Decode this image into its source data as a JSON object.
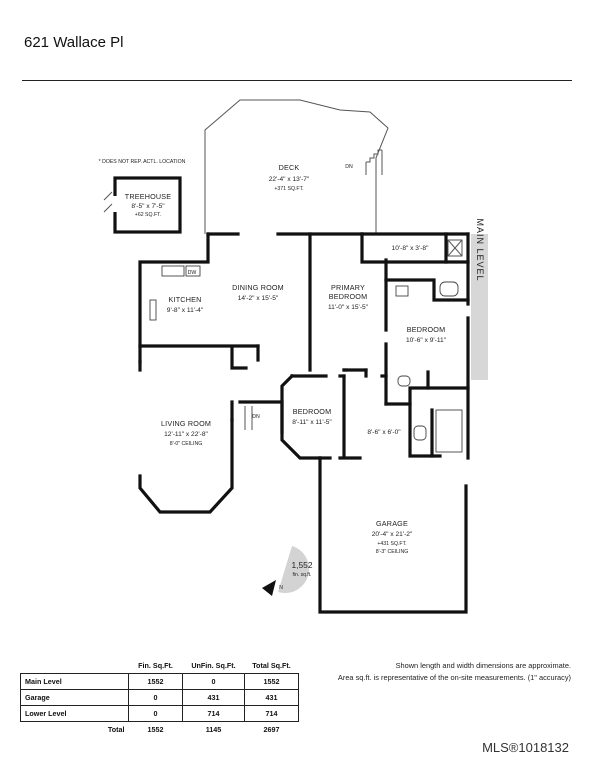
{
  "header": {
    "address": "621 Wallace Pl"
  },
  "plan": {
    "level_label": "MAIN LEVEL",
    "note": "* DOES NOT REP. ACTL. LOCATION",
    "rooms": {
      "deck": {
        "name": "DECK",
        "dims": "22'-4\" x 13'-7\"",
        "sub": "+371 SQ.FT."
      },
      "treehouse": {
        "name": "TREEHOUSE",
        "dims": "8'-5\" x 7'-5\"",
        "sub": "+62 SQ.FT."
      },
      "kitchen": {
        "name": "KITCHEN",
        "dims": "9'-8\" x 11'-4\""
      },
      "dining": {
        "name": "DINING ROOM",
        "dims": "14'-2\" x 15'-5\""
      },
      "primary": {
        "name": "PRIMARY",
        "name2": "BEDROOM",
        "dims": "11'-0\" x 15'-5\""
      },
      "walkin": {
        "dims": "10'-8\" x 3'-8\""
      },
      "bedroom1": {
        "name": "BEDROOM",
        "dims": "10'-6\" x 9'-11\""
      },
      "living": {
        "name": "LIVING ROOM",
        "dims": "12'-11\" x 22'-8\"",
        "sub": "8'-0\" CEILING"
      },
      "bedroom2": {
        "name": "BEDROOM",
        "dims": "8'-11\" x 11'-5\""
      },
      "hall": {
        "dims": "8'-6\" x 6'-0\""
      },
      "garage": {
        "name": "GARAGE",
        "dims": "20'-4\" x 21'-2\"",
        "sub": "+431 SQ.FT.",
        "sub2": "8'-3\" CEILING"
      }
    },
    "labels": {
      "dn": "DN",
      "dw": "DW",
      "north": "N"
    },
    "badge": {
      "value": "1,552",
      "unit": "fin. sq.ft."
    }
  },
  "table": {
    "headers": [
      "Fin. Sq.Ft.",
      "UnFin. Sq.Ft.",
      "Total Sq.Ft."
    ],
    "rows": [
      {
        "label": "Main Level",
        "fin": "1552",
        "unfin": "0",
        "total": "1552"
      },
      {
        "label": "Garage",
        "fin": "0",
        "unfin": "431",
        "total": "431"
      },
      {
        "label": "Lower Level",
        "fin": "0",
        "unfin": "714",
        "total": "714"
      }
    ],
    "total": {
      "label": "Total",
      "fin": "1552",
      "unfin": "1145",
      "total": "2697"
    }
  },
  "notes": {
    "line1": "Shown length and width dimensions are approximate.",
    "line2": "Area sq.ft. is representative of the on-site measurements. (1\" accuracy)"
  },
  "footer": {
    "mls": "MLS®1018132"
  },
  "colors": {
    "level_band": "#d7d7d7",
    "wall": "#111111"
  }
}
